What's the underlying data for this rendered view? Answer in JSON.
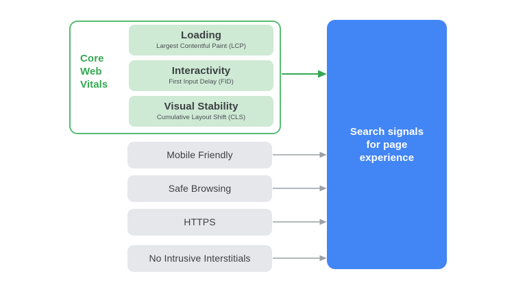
{
  "diagram": {
    "title_hidden": "",
    "colors": {
      "background": "#ffffff",
      "green_border": "#57bb74",
      "green_label_text": "#34a853",
      "green_card_fill": "#cee9d4",
      "grey_pill_fill": "#e6e7eb",
      "blue_fill": "#4285f4",
      "arrow_grey": "#9aa0a6",
      "arrow_green": "#34a853",
      "dark_text": "#3c4043",
      "white_text": "#ffffff"
    },
    "core_web_vitals": {
      "group_label": "Core\nWeb\nVitals",
      "group_label_lines": [
        "Core",
        "Web",
        "Vitals"
      ],
      "metrics": [
        {
          "title": "Loading",
          "subtitle": "Largest Contentful Paint (LCP)"
        },
        {
          "title": "Interactivity",
          "subtitle": "First Input Delay (FID)"
        },
        {
          "title": "Visual Stability",
          "subtitle": "Cumulative Layout Shift (CLS)"
        }
      ]
    },
    "other_signals": [
      {
        "label": "Mobile Friendly"
      },
      {
        "label": "Safe Browsing"
      },
      {
        "label": "HTTPS"
      },
      {
        "label": "No Intrusive Interstitials"
      }
    ],
    "result": {
      "label": "Search signals\nfor page\nexperience"
    },
    "arrows": [
      {
        "name": "arrow-core-web-vitals",
        "color": "#34a853"
      },
      {
        "name": "arrow-mobile-friendly",
        "color": "#9aa0a6"
      },
      {
        "name": "arrow-safe-browsing",
        "color": "#9aa0a6"
      },
      {
        "name": "arrow-https",
        "color": "#9aa0a6"
      },
      {
        "name": "arrow-no-intrusive-interstitials",
        "color": "#9aa0a6"
      }
    ]
  }
}
